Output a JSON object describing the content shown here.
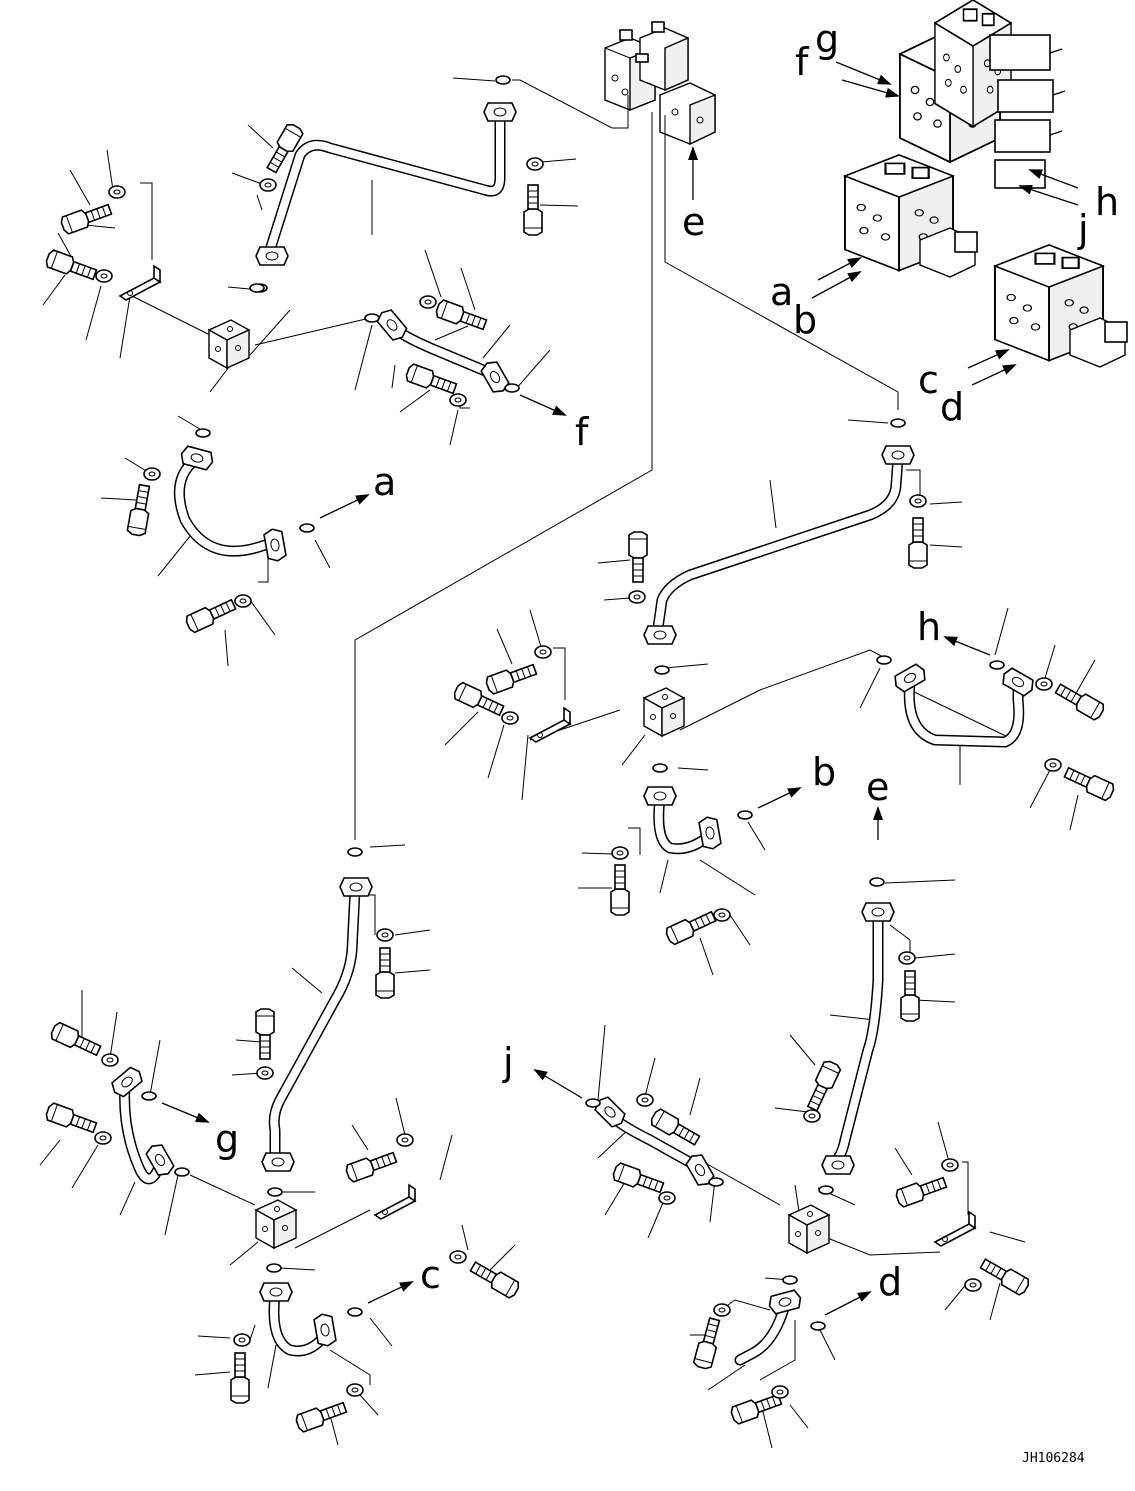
{
  "diagram_code": "JH106284",
  "callout_letters": {
    "a": "a",
    "b": "b",
    "c": "c",
    "d": "d",
    "e": "e",
    "f": "f",
    "g": "g",
    "h": "h",
    "j": "j"
  }
}
